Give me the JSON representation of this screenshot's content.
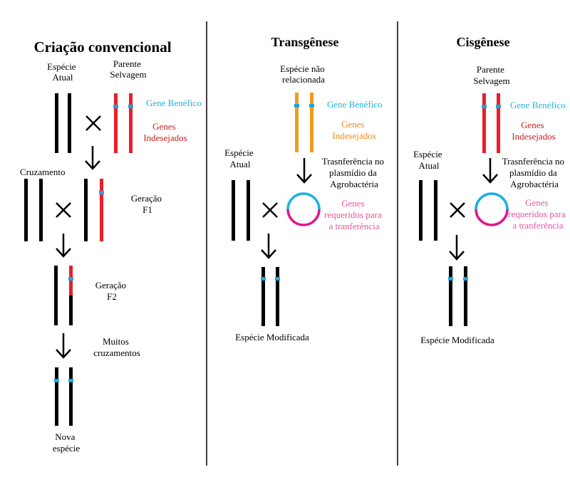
{
  "colors": {
    "chromosome": "#000000",
    "wild": "#e8202a",
    "foreign": "#f39a1e",
    "gene_marker": "#1aa6e0",
    "plasmid_top": "#1ab0e8",
    "plasmid_bottom": "#e0168c",
    "beneficial_text": "#1ab7e0",
    "unwanted_text": "#c8201e",
    "foreign_text": "#f28a1c",
    "transfer_text": "#e8559a"
  },
  "conventional": {
    "title": "Criação convencional",
    "current_species": [
      "Espécie",
      "Atual"
    ],
    "wild_parent": [
      "Parente",
      "Selvagem"
    ],
    "beneficial_gene": "Gene Benéfico",
    "unwanted_genes": [
      "Genes",
      "Indesejados"
    ],
    "crossing": "Cruzamento",
    "f1": [
      "Geração",
      "F1"
    ],
    "f2": [
      "Geração",
      "F2"
    ],
    "many_crosses": [
      "Muitos",
      "cruzamentos"
    ],
    "new_species": [
      "Nova",
      "espécie"
    ]
  },
  "transgenesis": {
    "title": "Transgênese",
    "unrelated_species": [
      "Espécie não",
      "relacionada"
    ],
    "beneficial_gene": "Gene Benéfico",
    "unwanted_genes": [
      "Genes",
      "Indesejados"
    ],
    "transfer": [
      "Trasnferência no",
      "plasmídio da",
      "Agrobactéria"
    ],
    "current_species": [
      "Espécie",
      "Atual"
    ],
    "required_genes": [
      "Genes",
      "requeridos para",
      "a tranferência"
    ],
    "modified_species": "Espécie Modificada"
  },
  "cisgenesis": {
    "title": "Cisgênese",
    "wild_parent": [
      "Parente",
      "Selvagem"
    ],
    "beneficial_gene": "Gene Benéfico",
    "unwanted_genes": [
      "Genes",
      "Indesejados"
    ],
    "transfer": [
      "Trasnferência no",
      "plasmídio da",
      "Agrobactéria"
    ],
    "current_species": [
      "Espécie",
      "Atual"
    ],
    "required_genes": [
      "Genes",
      "requeridos para",
      "a tranferência"
    ],
    "modified_species": "Espécie Modificada"
  }
}
